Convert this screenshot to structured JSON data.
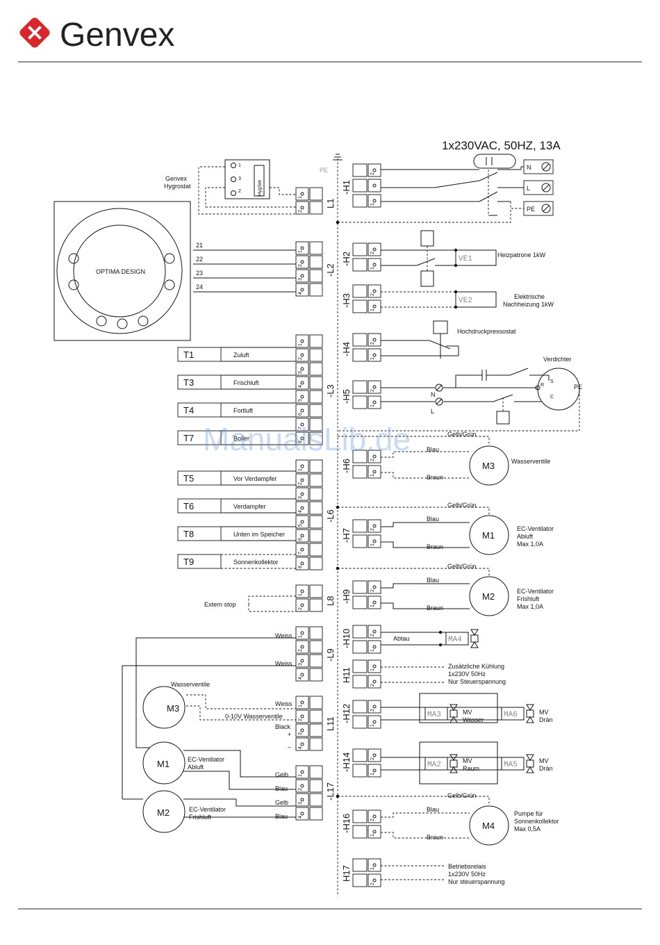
{
  "brand": {
    "name": "Genvex"
  },
  "watermark": "ManualsLib.de",
  "supply": {
    "title": "1x230VAC, 50HZ, 13A",
    "pe": "PE",
    "terminals": [
      "N",
      "L",
      "PE"
    ]
  },
  "hygrostat": {
    "label_line1": "Genvex",
    "label_line2": "Hygrostat",
    "set": "HygSet"
  },
  "controller": {
    "label": "OPTIMA DESIGN",
    "wires": [
      "21",
      "22",
      "23",
      "24"
    ]
  },
  "left_blocks": [
    {
      "tag": "L1",
      "pins": [
        "1",
        "2"
      ]
    },
    {
      "tag": "-L2",
      "pins": [
        "1",
        "2",
        "3",
        "4"
      ]
    },
    {
      "tag": "-L3",
      "pins": [
        "1",
        "2",
        "3",
        "4",
        "5",
        "6",
        "7",
        "8"
      ]
    },
    {
      "tag": "-L6",
      "pins": [
        "1",
        "2",
        "3",
        "4",
        "5",
        "6",
        "7",
        "8"
      ]
    },
    {
      "tag": "L8",
      "pins": [
        "1",
        "2"
      ]
    },
    {
      "tag": "-L9",
      "pins": [
        "1",
        "2",
        "3",
        "4"
      ]
    },
    {
      "tag": "L11",
      "pins": [
        "1",
        "2",
        "3",
        "4"
      ]
    },
    {
      "tag": "-L17",
      "pins": [
        "1",
        "2",
        "3",
        "4"
      ]
    }
  ],
  "sensors": [
    {
      "id": "T1",
      "desc": "Zuluft"
    },
    {
      "id": "T3",
      "desc": "Frischluft"
    },
    {
      "id": "T4",
      "desc": "Fortluft"
    },
    {
      "id": "T7",
      "desc": "Boiler"
    },
    {
      "id": "T5",
      "desc": "Vor Verdampfer"
    },
    {
      "id": "T6",
      "desc": "Verdampfer"
    },
    {
      "id": "T8",
      "desc": "Unten im Speicher"
    },
    {
      "id": "T9",
      "desc": "Sonnenkollektor"
    }
  ],
  "extern_stop": "Extern stop",
  "left_wires": {
    "weiss": "Weiss",
    "wasserventile_0_10v": "0-10V Wasserventile",
    "black": "Black",
    "plus": "+",
    "minus": "–",
    "gelb": "Gelb",
    "blau": "Blau"
  },
  "left_motors": [
    {
      "id": "M3",
      "desc1": "Wasserventile",
      "desc2": ""
    },
    {
      "id": "M1",
      "desc1": "EC-Ventilator",
      "desc2": "Abluft"
    },
    {
      "id": "M2",
      "desc1": "EC-Ventilator",
      "desc2": "Frishluft"
    }
  ],
  "right_blocks": [
    {
      "tag": "-H1",
      "pins": [
        "2",
        "",
        "1"
      ]
    },
    {
      "tag": "-H2",
      "pins": [
        "2",
        "1"
      ]
    },
    {
      "tag": "-H3",
      "pins": [
        "2",
        "1"
      ]
    },
    {
      "tag": "-H4",
      "pins": [
        "2",
        "1"
      ]
    },
    {
      "tag": "-H5",
      "pins": [
        "2",
        "1"
      ]
    },
    {
      "tag": "-H6",
      "pins": [
        "2",
        "1"
      ]
    },
    {
      "tag": "-H7",
      "pins": [
        "2",
        "1"
      ]
    },
    {
      "tag": "-H9",
      "pins": [
        "2",
        "1"
      ]
    },
    {
      "tag": "-H10",
      "pins": [
        "2",
        "1"
      ]
    },
    {
      "tag": "H11",
      "pins": [
        "1",
        "2"
      ]
    },
    {
      "tag": "-H12",
      "pins": [
        "2",
        "1"
      ]
    },
    {
      "tag": "-H14",
      "pins": [
        "2",
        "1"
      ]
    },
    {
      "tag": "-H16",
      "pins": [
        "2",
        "1"
      ]
    },
    {
      "tag": "H17",
      "pins": [
        "1",
        "2"
      ]
    }
  ],
  "right_labels": {
    "ve1": "VE1",
    "ve1_desc": "Heizpatrone 1kW",
    "ve2": "VE2",
    "ve2_desc1": "Elektrische",
    "ve2_desc2": "Nachheizung 1kW",
    "hochdruck": "Hochdruckpressostat",
    "verdichter": "Verdichter",
    "n": "N",
    "l": "L",
    "r": "R",
    "s": "S",
    "c": "C",
    "pe": "PE",
    "gelb_gruen": "Gelb/Grün",
    "blau": "Blau",
    "braun": "Braun",
    "m3_desc": "Wasserventile",
    "m1_desc": [
      "EC-Ventilator",
      "Abluft",
      "Max 1,0A"
    ],
    "m2_desc": [
      "EC-Ventilator",
      "Frishluft",
      "Max 1,0A"
    ],
    "abtau": "Abtau",
    "ma4": "MA4",
    "h11_desc": [
      "Zusätzliche Kühlung",
      "1x230V 50Hz",
      "Nur Steuerspannung"
    ],
    "ma3": "MA3",
    "ma6": "MA6",
    "ma2": "MA2",
    "ma5": "MA5",
    "mv": "MV",
    "wasser": "Wasser",
    "draen": "Drän",
    "raum": "Raum",
    "m4_desc": [
      "Pumpe für",
      "Sonnenkollektor",
      "Max 0,5A"
    ],
    "h17_desc": [
      "Betriebsrelais",
      "1x230V 50Hz",
      "Nur steuerspannung"
    ]
  },
  "right_motors": [
    "M3",
    "M1",
    "M2",
    "M4"
  ]
}
